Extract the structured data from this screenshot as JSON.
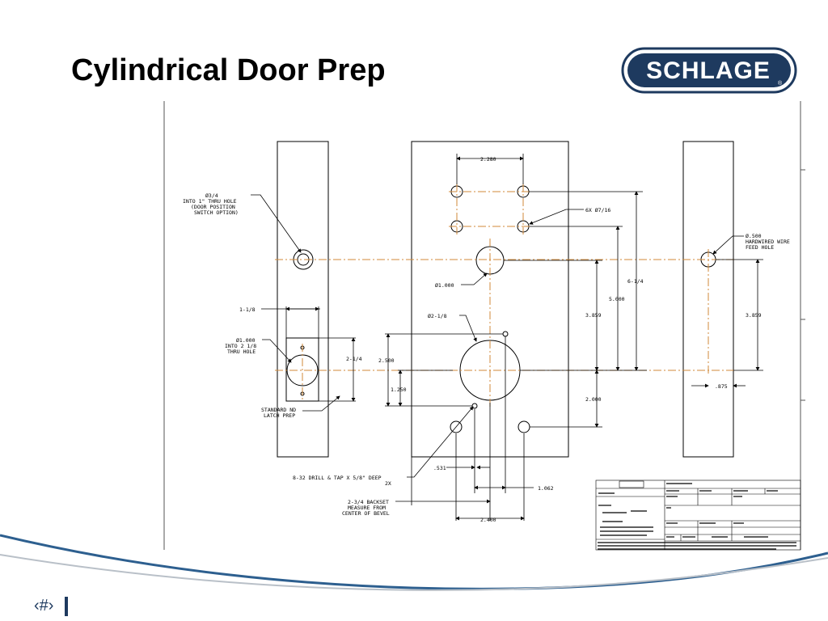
{
  "slide": {
    "title": "Cylindrical Door Prep",
    "page_number": "‹#›",
    "brand": "SCHLAGE",
    "brand_mark": "®"
  },
  "colors": {
    "brand_navy": "#1e3a5f",
    "centerline": "#d08a3a",
    "swoosh_blue": "#2d5f8f",
    "swoosh_gray": "#b9c0c8"
  },
  "drawing": {
    "left_edge": {
      "callout_3_4": [
        "Ø3/4",
        "INTO 1\" THRU HOLE",
        "(DOOR POSITION",
        "SWITCH OPTION)"
      ],
      "dim_1_1_8": "1-1/8",
      "callout_1_000": [
        "Ø1.000",
        "INTO 2 1/8",
        "THRU HOLE"
      ],
      "dim_2_1_4": "2-1/4",
      "latch_note": [
        "STANDARD ND",
        "LATCH PREP"
      ]
    },
    "door_face": {
      "dim_2_280": "2.280",
      "holes_note": "6X Ø7/16",
      "callout_1_000": "Ø1.000",
      "callout_2_1_8": "Ø2-1/8",
      "dim_2_500": "2.500",
      "dim_1_250": "1.250",
      "dim_6_1_4": "6-1/4",
      "dim_5_000": "5.000",
      "dim_3_859": "3.859",
      "dim_2_000": "2.000",
      "dim_531": ".531",
      "dim_1_062": "1.062",
      "dim_2_400": "2.400",
      "drill_note": [
        "8-32 DRILL & TAP X 5/8\" DEEP",
        "2X"
      ],
      "backset_note": [
        "2-3/4 BACKSET",
        "MEASURE FROM",
        "CENTER OF BEVEL"
      ]
    },
    "right_edge": {
      "callout_500": [
        "Ø.500",
        "HARDWIRED WIRE",
        "FEED HOLE"
      ],
      "dim_3_859": "3.859",
      "dim_875": ".875"
    }
  }
}
